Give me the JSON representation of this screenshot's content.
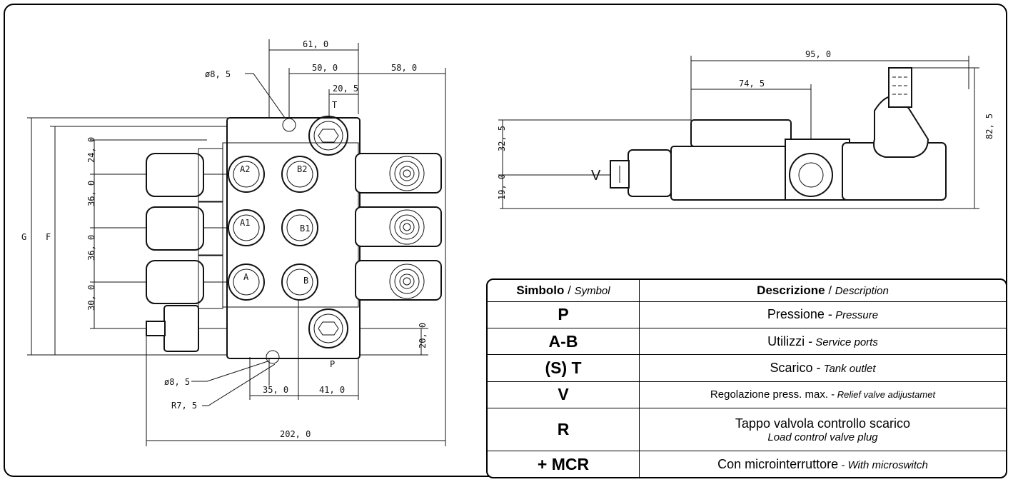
{
  "front_view": {
    "dims": {
      "d61": "61, 0",
      "d50": "50, 0",
      "d58": "58, 0",
      "d20_5": "20, 5",
      "phi1": "ø8, 5",
      "t": "T",
      "d24": "24, 0",
      "d36a": "36, 0",
      "d36b": "36, 0",
      "d30": "30, 0",
      "d20": "20, 0",
      "g": "G",
      "f": "F",
      "phi2": "ø8, 5",
      "r": "R7, 5",
      "d35": "35, 0",
      "d41": "41, 0",
      "d202": "202, 0",
      "p": "P",
      "a2": "A2",
      "b2": "B2",
      "a1": "A1",
      "b1": "B1",
      "a": "A",
      "b": "B"
    }
  },
  "side_view": {
    "dims": {
      "d95": "95, 0",
      "d74": "74, 5",
      "d82": "82, 5",
      "d32": "32, 5",
      "d19": "19, 0",
      "v": "V"
    }
  },
  "legend": {
    "header": {
      "symbol_bold": "Simbolo",
      "symbol_sep": " / ",
      "symbol_it": "Symbol",
      "desc_bold": "Descrizione",
      "desc_sep": " / ",
      "desc_it": "Description"
    },
    "rows": [
      {
        "symbol": "P",
        "desc": "Pressione -",
        "desc_it": " Pressure"
      },
      {
        "symbol": "A-B",
        "desc": "Utilizzi -",
        "desc_it": " Service ports"
      },
      {
        "symbol": "(S) T",
        "desc": "Scarico -",
        "desc_it": " Tank outlet"
      },
      {
        "symbol": "V",
        "desc": "Regolazione press. max. -",
        "desc_it": " Relief valve adijustamet"
      },
      {
        "symbol": "R",
        "desc": "Tappo valvola controllo scarico",
        "desc_it": "Load control valve plug"
      },
      {
        "symbol": "+ MCR",
        "desc": "Con microinterruttore",
        "desc_it": " - With microswitch"
      }
    ]
  }
}
